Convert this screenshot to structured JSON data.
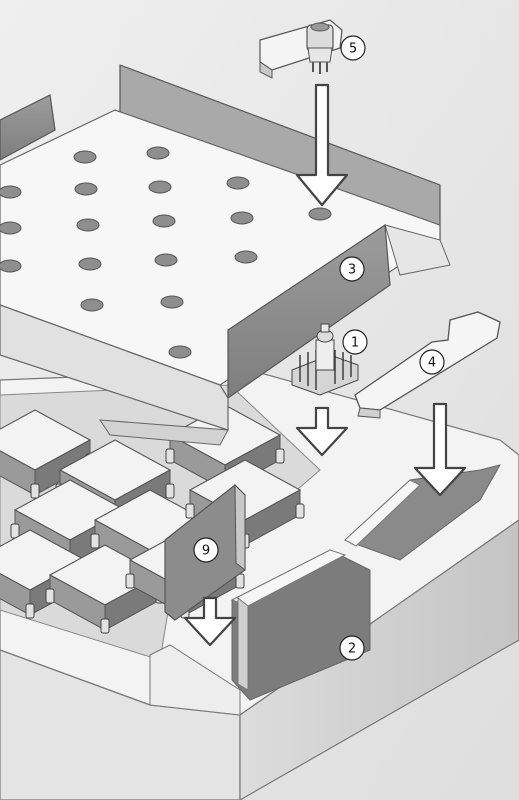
{
  "callouts": {
    "c1": "1",
    "c2": "2",
    "c3": "3",
    "c4": "4",
    "c5": "5",
    "c9": "9"
  },
  "colors": {
    "background": "#e9e9e9",
    "part_light": "#f5f5f5",
    "part_mid": "#d0d0d0",
    "part_dark": "#8f8f8f",
    "hole": "#9a9a9a",
    "arrow_fill": "#ffffff",
    "arrow_stroke": "#444444"
  }
}
